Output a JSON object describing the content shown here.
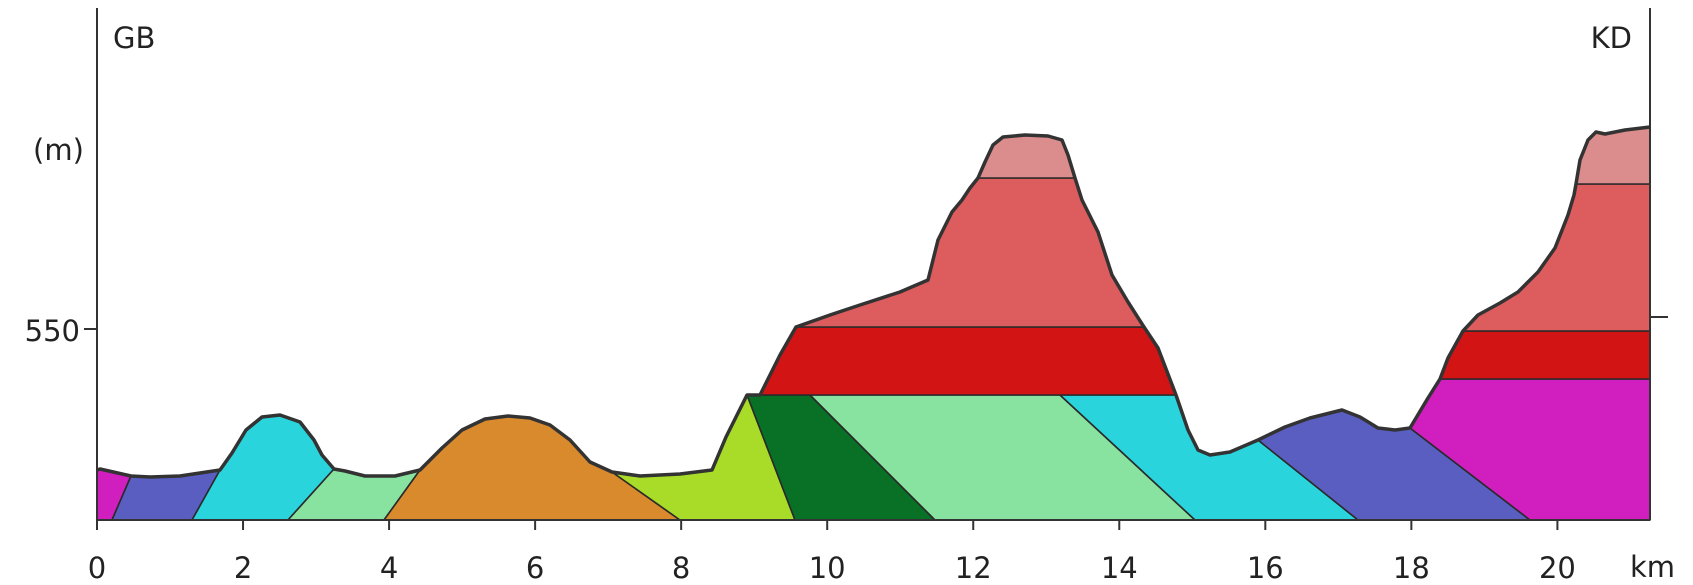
{
  "labels": {
    "left_end": "GB",
    "right_end": "KD",
    "y_unit": "(m)",
    "y_tick": "550",
    "x_unit": "km"
  },
  "x_ticks": [
    "0",
    "2",
    "4",
    "6",
    "8",
    "10",
    "12",
    "14",
    "16",
    "18",
    "20"
  ],
  "colors": {
    "magenta": "#d11fbf",
    "blue_violet": "#5a5ec1",
    "cyan": "#2ad4dc",
    "light_green": "#88e3a0",
    "orange": "#d98a2c",
    "yellow_green": "#a8dc28",
    "dark_green": "#087125",
    "red": "#d21414",
    "salmon": "#dd5c5e",
    "pink": "#db8c8c"
  }
}
